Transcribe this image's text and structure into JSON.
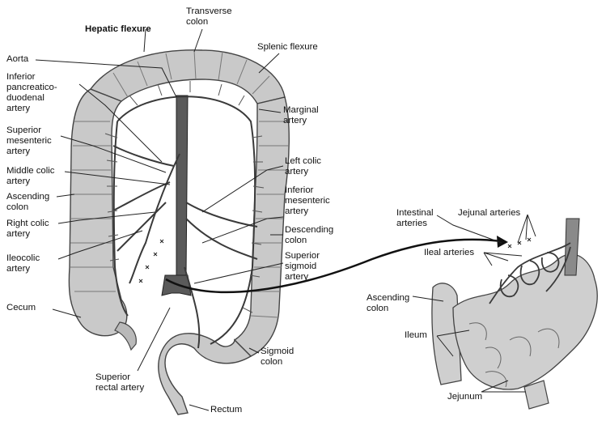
{
  "labels": {
    "hepatic_flexure": "Hepatic flexure",
    "transverse_colon": [
      "Transverse",
      "colon"
    ],
    "splenic_flexure": "Splenic flexure",
    "aorta": "Aorta",
    "inferior_pancreaticoduodenal_artery": [
      "Inferior",
      "pancreatico-",
      "duodenal",
      "artery"
    ],
    "superior_mesenteric_artery": [
      "Superior",
      "mesenteric",
      "artery"
    ],
    "middle_colic_artery": [
      "Middle colic",
      "artery"
    ],
    "ascending_colon_left": [
      "Ascending",
      "colon"
    ],
    "right_colic_artery": [
      "Right colic",
      "artery"
    ],
    "ileocolic_artery": [
      "Ileocolic",
      "artery"
    ],
    "cecum": "Cecum",
    "superior_rectal_artery": [
      "Superior",
      "rectal artery"
    ],
    "rectum": "Rectum",
    "marginal_artery": [
      "Marginal",
      "artery"
    ],
    "left_colic_artery": [
      "Left colic",
      "artery"
    ],
    "inferior_mesenteric_artery": [
      "Inferior",
      "mesenteric",
      "artery"
    ],
    "descending_colon": [
      "Descending",
      "colon"
    ],
    "superior_sigmoid_artery": [
      "Superior",
      "sigmoid",
      "artery"
    ],
    "sigmoid_colon": [
      "Sigmoid",
      "colon"
    ],
    "intestinal_arteries": [
      "Intestinal",
      "arteries"
    ],
    "jejunal_arteries": "Jejunal arteries",
    "ileal_arteries": "Ileal arteries",
    "ascending_colon_right": [
      "Ascending",
      "colon"
    ],
    "ileum": "Ileum",
    "jejunum": "Jejunum"
  },
  "colors": {
    "tissue": "#c9c9c9",
    "tissue_dark": "#9a9a9a",
    "vessel": "#3a3a3a",
    "aorta": "#5a5a5a",
    "leader": "#222222",
    "text": "#111111"
  }
}
